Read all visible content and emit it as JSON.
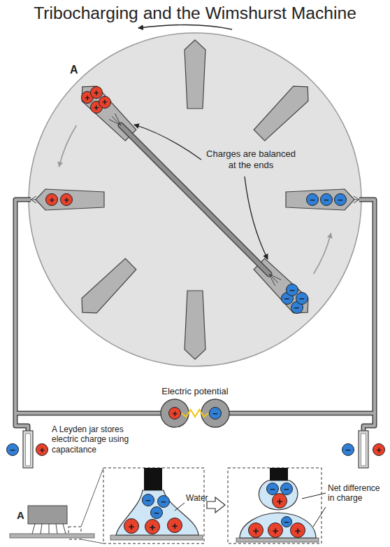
{
  "diagram": {
    "title": "Tribocharging and the Wimshurst Machine",
    "nodes": [
      {
        "text": [
          "+"
        ]
      },
      {
        "text": [
          "+"
        ]
      },
      {
        "text": [
          "+"
        ]
      },
      {
        "text": [
          "+"
        ]
      },
      {
        "text": [
          "+"
        ]
      },
      {
        "text": [
          "+"
        ]
      },
      {
        "text": [
          "−"
        ]
      },
      {
        "text": [
          "−"
        ]
      },
      {
        "text": [
          "−"
        ]
      },
      {
        "text": [
          "−"
        ]
      },
      {
        "text": [
          "−"
        ]
      },
      {
        "text": [
          "−"
        ]
      },
      {
        "text": [
          "−"
        ]
      },
      {
        "text": [
          "+"
        ]
      },
      {
        "text": [
          "−"
        ]
      },
      {
        "text": [
          "−"
        ]
      },
      {
        "text": [
          "+"
        ]
      },
      {
        "text": [
          "−"
        ]
      },
      {
        "text": [
          "+"
        ]
      },
      {
        "text": [
          "−"
        ]
      },
      {
        "text": [
          "−"
        ]
      },
      {
        "text": [
          "−"
        ]
      },
      {
        "text": [
          "+"
        ]
      },
      {
        "text": [
          "+"
        ]
      },
      {
        "text": [
          "+"
        ]
      },
      {
        "text": [
          "−"
        ]
      },
      {
        "text": [
          "−"
        ]
      },
      {
        "text": [
          "+"
        ]
      },
      {
        "text": [
          "−"
        ]
      },
      {
        "text": [
          "+"
        ]
      },
      {
        "text": [
          "+"
        ]
      },
      {
        "text": [
          "+"
        ]
      }
    ],
    "edges": [
      {
        "from": 13,
        "to": 14,
        "arrow": "none"
      }
    ],
    "labels": [
      "A",
      "Charges are balanced at the ends",
      "Electric potential",
      "A Leyden jar stores electric charge using capacitance",
      "Water",
      "Net difference in charge",
      "A"
    ]
  }
}
